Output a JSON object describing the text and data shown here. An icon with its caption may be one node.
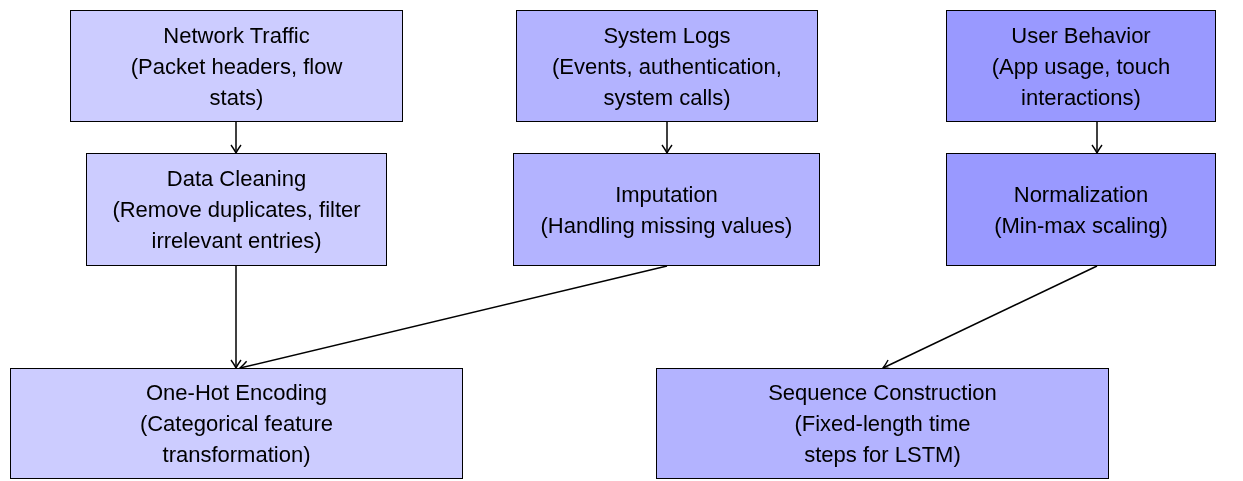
{
  "diagram": {
    "nodes": [
      {
        "text": [
          "Network Traffic",
          "(Packet headers, flow stats)"
        ]
      },
      {
        "text": [
          "System Logs",
          "(Events, authentication, system calls)"
        ]
      },
      {
        "text": [
          "User Behavior",
          "(App usage, touch interactions)"
        ]
      },
      {
        "text": [
          "Data Cleaning",
          "(Remove duplicates, filter irrelevant entries)"
        ]
      },
      {
        "text": [
          "Imputation",
          "(Handling missing values)"
        ]
      },
      {
        "text": [
          "Normalization",
          "(Min-max scaling)"
        ]
      },
      {
        "text": [
          "One-Hot Encoding",
          "(Categorical feature transformation)"
        ]
      },
      {
        "text": [
          "Sequence Construction",
          "(Fixed-length time steps for LSTM)"
        ]
      }
    ],
    "edges": [
      {
        "from": 0,
        "to": 3,
        "arrow": "to"
      },
      {
        "from": 1,
        "to": 4,
        "arrow": "to"
      },
      {
        "from": 2,
        "to": 5,
        "arrow": "to"
      },
      {
        "from": 3,
        "to": 6,
        "arrow": "to"
      },
      {
        "from": 4,
        "to": 6,
        "arrow": "to"
      },
      {
        "from": 5,
        "to": 7,
        "arrow": "to"
      }
    ]
  }
}
